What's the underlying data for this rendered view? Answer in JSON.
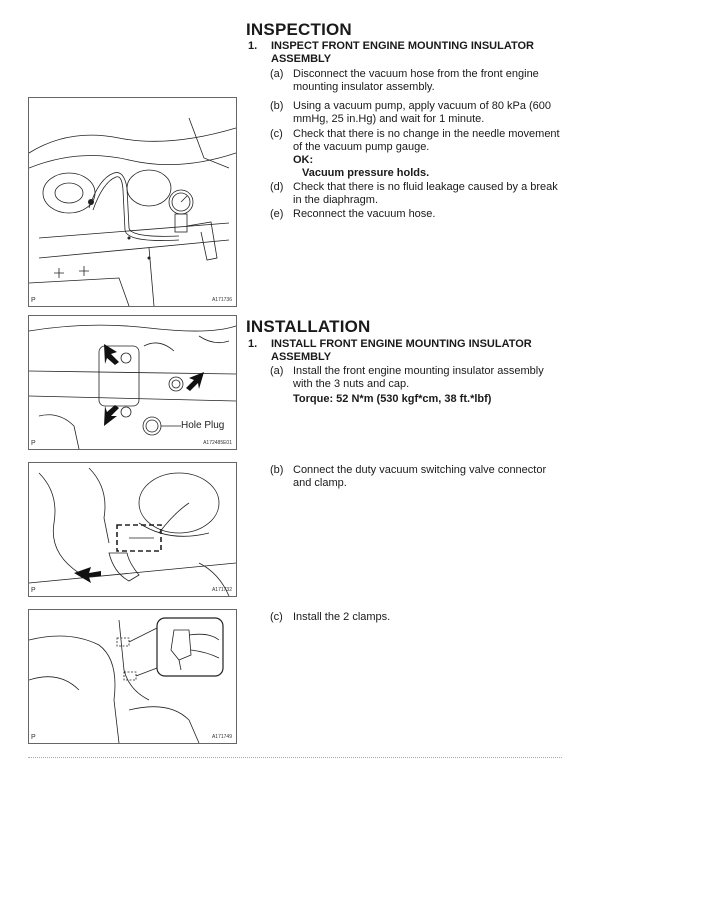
{
  "inspection": {
    "heading": "INSPECTION",
    "step_num": "1.",
    "step_title": "INSPECT FRONT ENGINE MOUNTING INSULATOR ASSEMBLY",
    "items": [
      {
        "label": "(a)",
        "text": "Disconnect the vacuum hose from the front engine mounting insulator assembly."
      },
      {
        "label": "(b)",
        "text": "Using a vacuum pump, apply vacuum of 80 kPa (600 mmHg, 25 in.Hg) and wait for 1 minute."
      },
      {
        "label": "(c)",
        "text": "Check that there is no change in the needle movement of the vacuum pump gauge."
      },
      {
        "label": "(d)",
        "text": "Check that there is no fluid leakage caused by a break in the diaphragm."
      },
      {
        "label": "(e)",
        "text": "Reconnect the vacuum hose."
      }
    ],
    "ok_label": "OK:",
    "ok_value": "Vacuum pressure holds."
  },
  "installation": {
    "heading": "INSTALLATION",
    "step_num": "1.",
    "step_title": "INSTALL FRONT ENGINE MOUNTING INSULATOR ASSEMBLY",
    "items": [
      {
        "label": "(a)",
        "text": "Install the front engine mounting insulator assembly with the 3 nuts and cap."
      },
      {
        "label": "(b)",
        "text": "Connect the duty vacuum switching valve connector and clamp."
      },
      {
        "label": "(c)",
        "text": "Install the 2 clamps."
      }
    ],
    "torque": "Torque: 52 N*m (530 kgf*cm, 38 ft.*lbf)"
  },
  "figures": [
    {
      "p": "P",
      "id": "A171736"
    },
    {
      "p": "P",
      "id": "A172485E01",
      "callout": "Hole Plug"
    },
    {
      "p": "P",
      "id": "A171732"
    },
    {
      "p": "P",
      "id": "A171749"
    }
  ]
}
